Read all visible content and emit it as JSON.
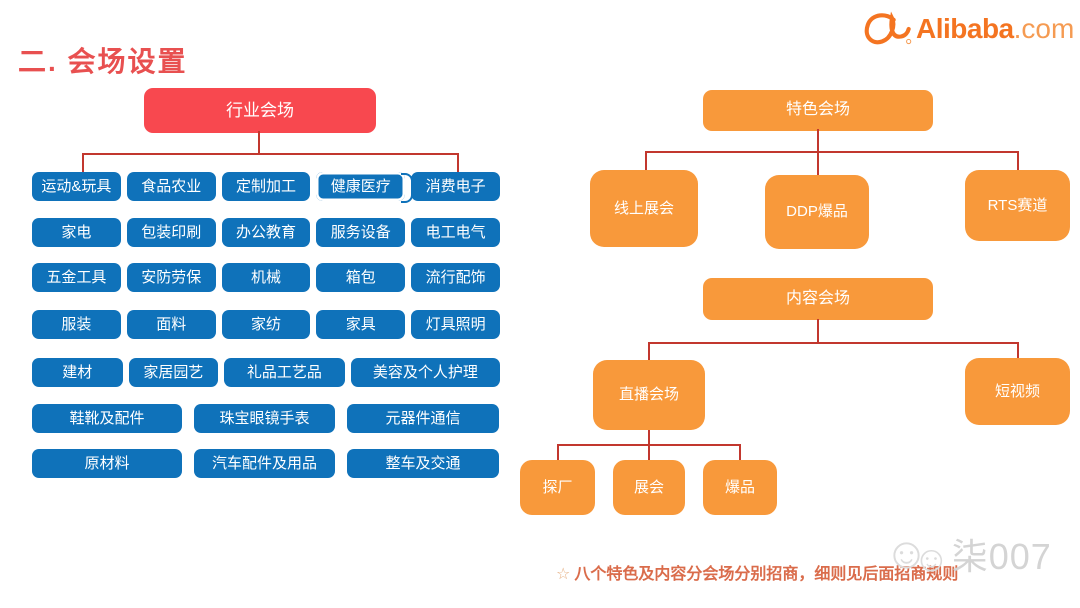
{
  "page": {
    "title": "二. 会场设置",
    "logo": {
      "brand": "Alibaba",
      "suffix": ".com",
      "mark": "alibaba-a-swoosh",
      "registered": "®"
    },
    "note": {
      "star": "☆",
      "text": "八个特色及内容分会场分别招商，细则见后面招商规则"
    },
    "watermark": {
      "text": "柒007",
      "icon": "double-smiley-faces"
    }
  },
  "colors": {
    "industry_root": "#F8484F",
    "industry_node": "#0F72BA",
    "venue_node": "#F8993B",
    "connector": "#C2372E",
    "title": "#E85050",
    "note": "#DA6C4B",
    "logo": "#F47421"
  },
  "industry": {
    "root": "行业会场",
    "rows": [
      [
        "运动&玩具",
        "食品农业",
        "定制加工",
        "健康医疗",
        "消费电子"
      ],
      [
        "家电",
        "包装印刷",
        "办公教育",
        "服务设备",
        "电工电气"
      ],
      [
        "五金工具",
        "安防劳保",
        "机械",
        "箱包",
        "流行配饰"
      ],
      [
        "服装",
        "面料",
        "家纺",
        "家具",
        "灯具照明"
      ],
      [
        "建材",
        "家居园艺",
        "礼品工艺品",
        "美容及个人护理"
      ],
      [
        "鞋靴及配件",
        "珠宝眼镜手表",
        "元器件通信"
      ],
      [
        "原材料",
        "汽车配件及用品",
        "整车及交通"
      ]
    ],
    "highlighted_node": "健康医疗"
  },
  "special": {
    "root": "特色会场",
    "children": [
      "线上展会",
      "DDP爆品",
      "RTS赛道"
    ]
  },
  "content": {
    "root": "内容会场",
    "children": [
      "直播会场",
      "短视频"
    ],
    "live_children": [
      "探厂",
      "展会",
      "爆品"
    ]
  }
}
